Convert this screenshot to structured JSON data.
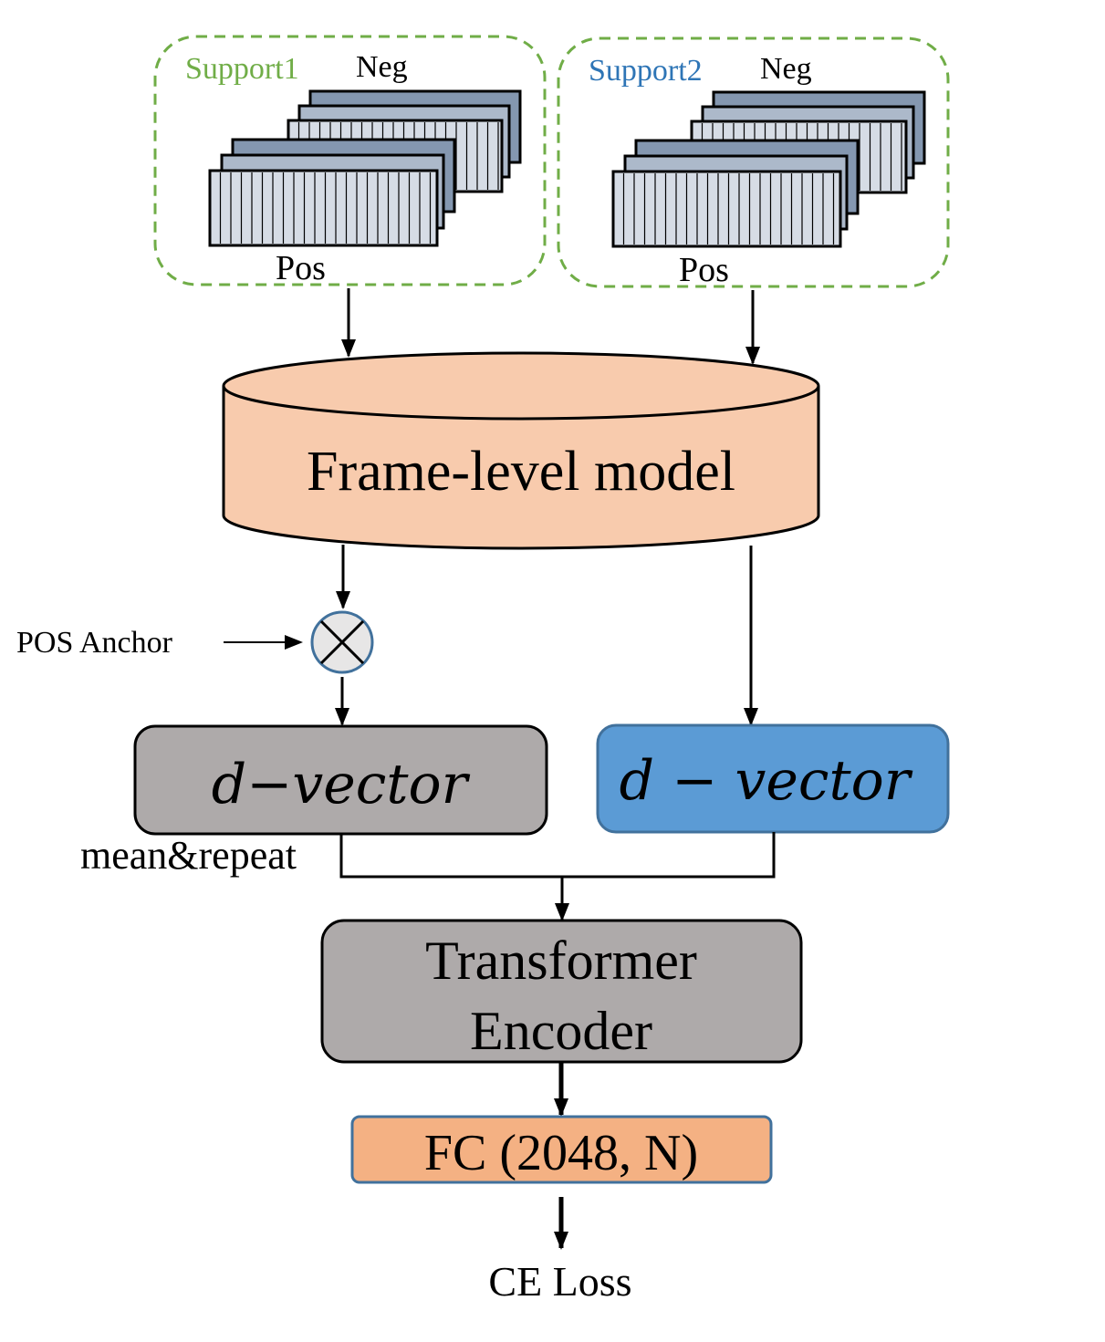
{
  "support1": {
    "title": "Support1",
    "title_color": "#70ad47",
    "neg_label": "Neg",
    "pos_label": "Pos"
  },
  "support2": {
    "title": "Support2",
    "title_color": "#2e75b6",
    "neg_label": "Neg",
    "pos_label": "Pos"
  },
  "frame_model": {
    "label": "Frame-level model",
    "fill": "#f8cbad"
  },
  "anchor": {
    "label": "POS Anchor",
    "operator_icon": "multiply-circle-icon"
  },
  "dvector_left": {
    "label": "d−vector",
    "fill": "#aeaaaa"
  },
  "dvector_right": {
    "label": "d − vector",
    "fill": "#5b9bd5"
  },
  "mean_repeat": {
    "label": "mean&repeat"
  },
  "transformer": {
    "line1": "Transformer",
    "line2": "Encoder",
    "fill": "#aeaaaa"
  },
  "fc": {
    "label": "FC (2048, N)",
    "fill": "#f4b183"
  },
  "loss": {
    "label": "CE Loss"
  },
  "colors": {
    "dashed_border": "#70ad47",
    "frame_pos_fill": "#d6dce5",
    "frame_neg_fill": "#8497b0",
    "box_stroke": "#000000",
    "blue_stroke": "#41719c"
  }
}
